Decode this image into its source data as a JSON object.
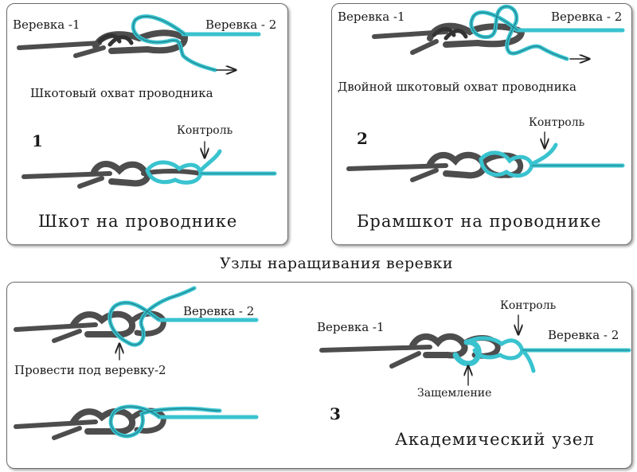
{
  "panel1": {
    "rope1": "Веревка -1",
    "rope2": "Веревка - 2",
    "top_caption": "Шкотовый охват проводника",
    "number": "1",
    "control": "Контроль",
    "title": "Шкот на проводнике"
  },
  "panel2": {
    "rope1": "Веревка -1",
    "rope2": "Веревка - 2",
    "top_caption": "Двойной шкотовый охват проводника",
    "number": "2",
    "control": "Контроль",
    "title": "Брамшкот на проводнике"
  },
  "middle_title": "Узлы наращивания веревки",
  "panel3": {
    "rope2_left": "Веревка - 2",
    "pass_under": "Провести под веревку-2",
    "rope1": "Веревка -1",
    "control": "Контроль",
    "rope2_right": "Веревка - 2",
    "pinch": "Защемление",
    "number": "3",
    "title": "Академический  узел"
  },
  "colors": {
    "rope_dark": "#4d4d4d",
    "rope_light": "#39c3cf",
    "panel_border": "#6b6b6b"
  }
}
